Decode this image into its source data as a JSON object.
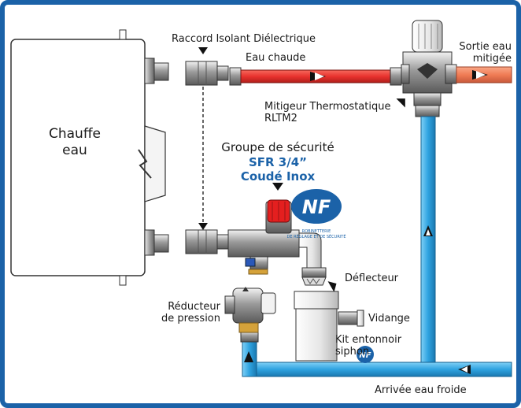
{
  "labels": {
    "raccord": "Raccord Isolant Diélectrique",
    "eau_chaude": "Eau chaude",
    "sortie_line1": "Sortie eau",
    "sortie_line2": "mitigée",
    "mitigeur_line1": "Mitigeur Thermostatique",
    "mitigeur_line2": "RLTM2",
    "chauffe_line1": "Chauffe",
    "chauffe_line2": "eau",
    "groupe": "Groupe de sécurité",
    "sfr": "SFR 3/4”",
    "coude": "Coudé Inox",
    "deflecteur": "Déflecteur",
    "reducteur_line1": "Réducteur",
    "reducteur_line2": "de pression",
    "vidange": "Vidange",
    "kit_line1": "Kit entonnoir",
    "kit_line2": "siphon",
    "arrivee": "Arrivée eau froide"
  },
  "logos": {
    "nf_text": "NF",
    "nf_sub1": "ROBINETTERIE",
    "nf_sub2": "DE RÉGLAGE ET DE SÉCURITÉ"
  },
  "colors": {
    "hot_pipe": "#e8322e",
    "cold_pipe": "#2fa3e0",
    "mixed_pipe": "#f07c55",
    "frame": "#1b62a8",
    "nf_logo": "#1b62a8"
  }
}
